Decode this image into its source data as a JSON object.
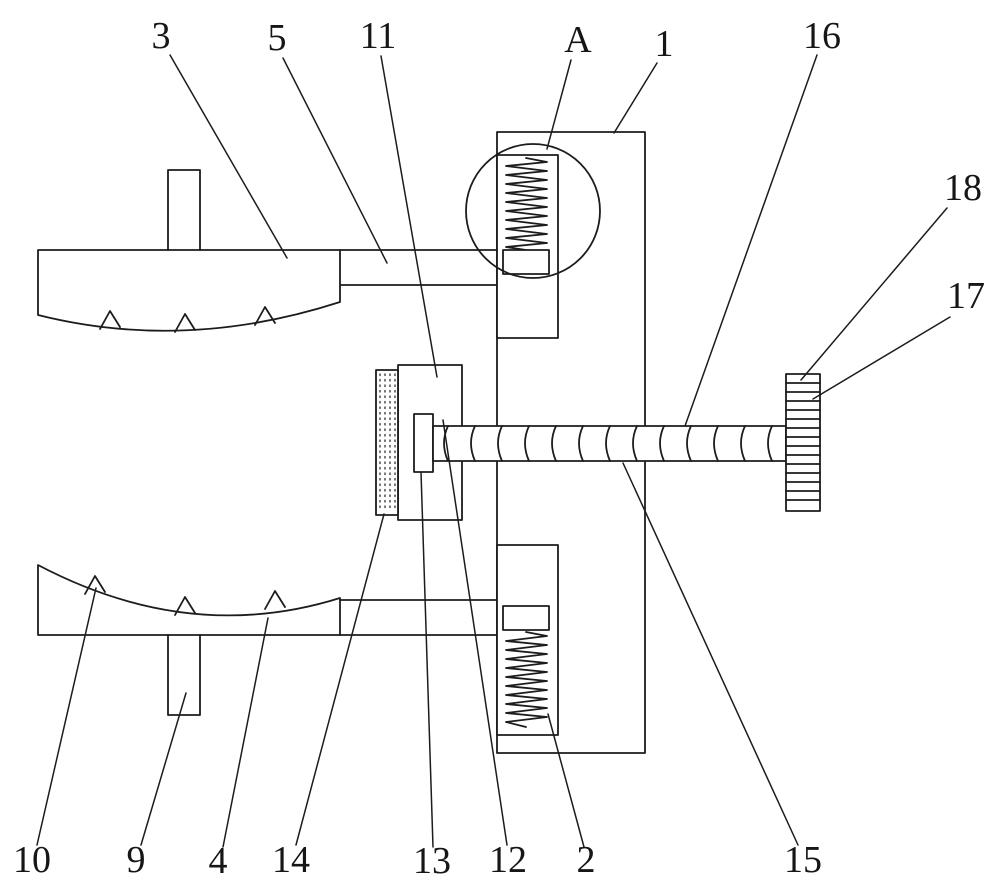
{
  "figure": {
    "background_color": "#ffffff",
    "line_color": "#1c1c1c"
  },
  "labels": {
    "part_3": "3",
    "part_5": "5",
    "part_11": "11",
    "detail_A": "A",
    "part_1": "1",
    "part_16": "16",
    "part_18": "18",
    "part_17": "17",
    "part_10": "10",
    "part_9": "9",
    "part_4": "4",
    "part_14": "14",
    "part_13": "13",
    "part_12": "12",
    "part_2": "2",
    "part_15": "15"
  }
}
